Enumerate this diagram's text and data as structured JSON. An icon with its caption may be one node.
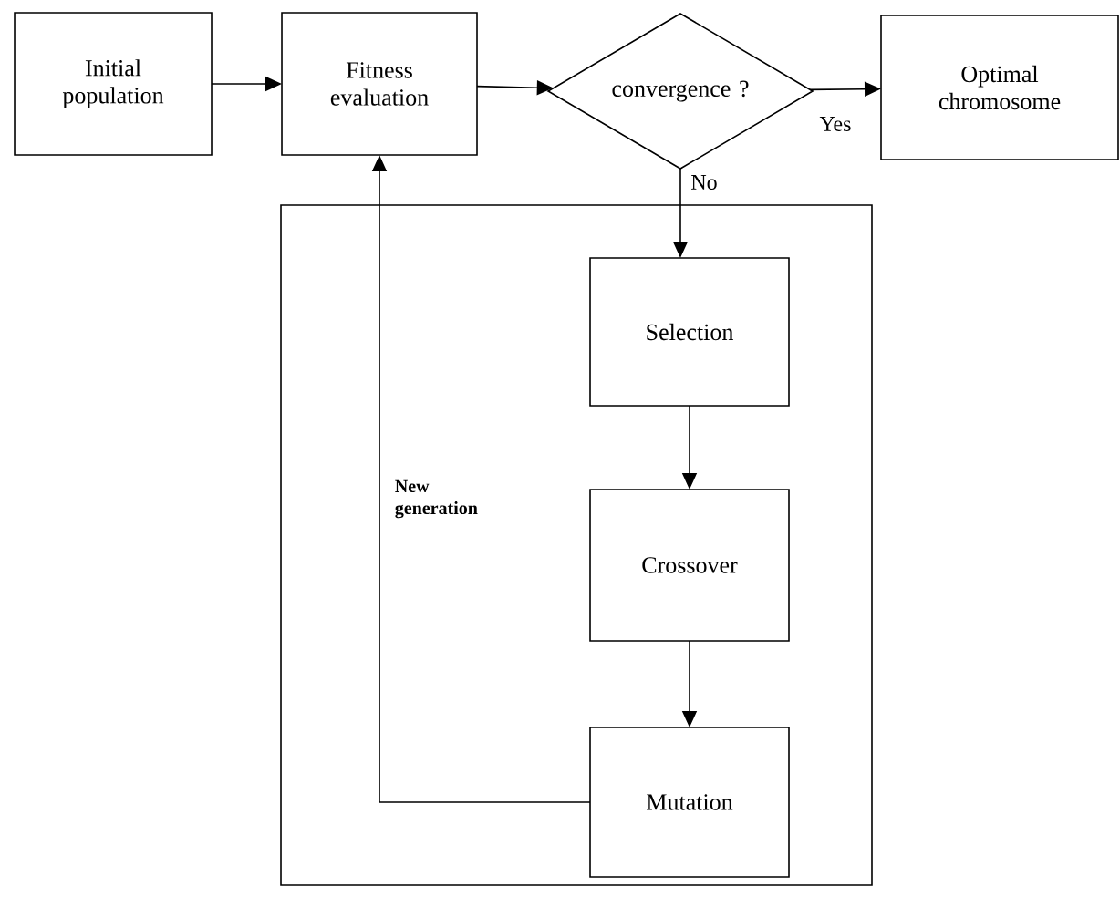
{
  "diagram": {
    "nodes": [
      {
        "text": [
          "Initial population"
        ]
      },
      {
        "text": [
          "Fitness evaluation"
        ]
      },
      {
        "text": [
          "convergence ?"
        ]
      },
      {
        "text": [
          "Optimal chromosome"
        ]
      },
      {
        "text": [],
        "shape": "box"
      },
      {
        "text": [
          "Selection"
        ],
        "in": 4
      },
      {
        "text": [
          "Crossover"
        ],
        "in": 4
      },
      {
        "text": [
          "Mutation"
        ],
        "in": 4
      }
    ],
    "edges": [
      {
        "from": 0,
        "to": 1,
        "arrow": "to"
      },
      {
        "from": 1,
        "to": 2,
        "arrow": "to"
      },
      {
        "from": 2,
        "to": 3,
        "arrow": "to",
        "label": "Yes"
      },
      {
        "from": 2,
        "to": 5,
        "arrow": "to",
        "label": "No"
      },
      {
        "from": 5,
        "to": 6,
        "arrow": "to"
      },
      {
        "from": 6,
        "to": 7,
        "arrow": "to"
      },
      {
        "from": 7,
        "to": 1,
        "arrow": "to",
        "label": "New generation"
      }
    ]
  }
}
